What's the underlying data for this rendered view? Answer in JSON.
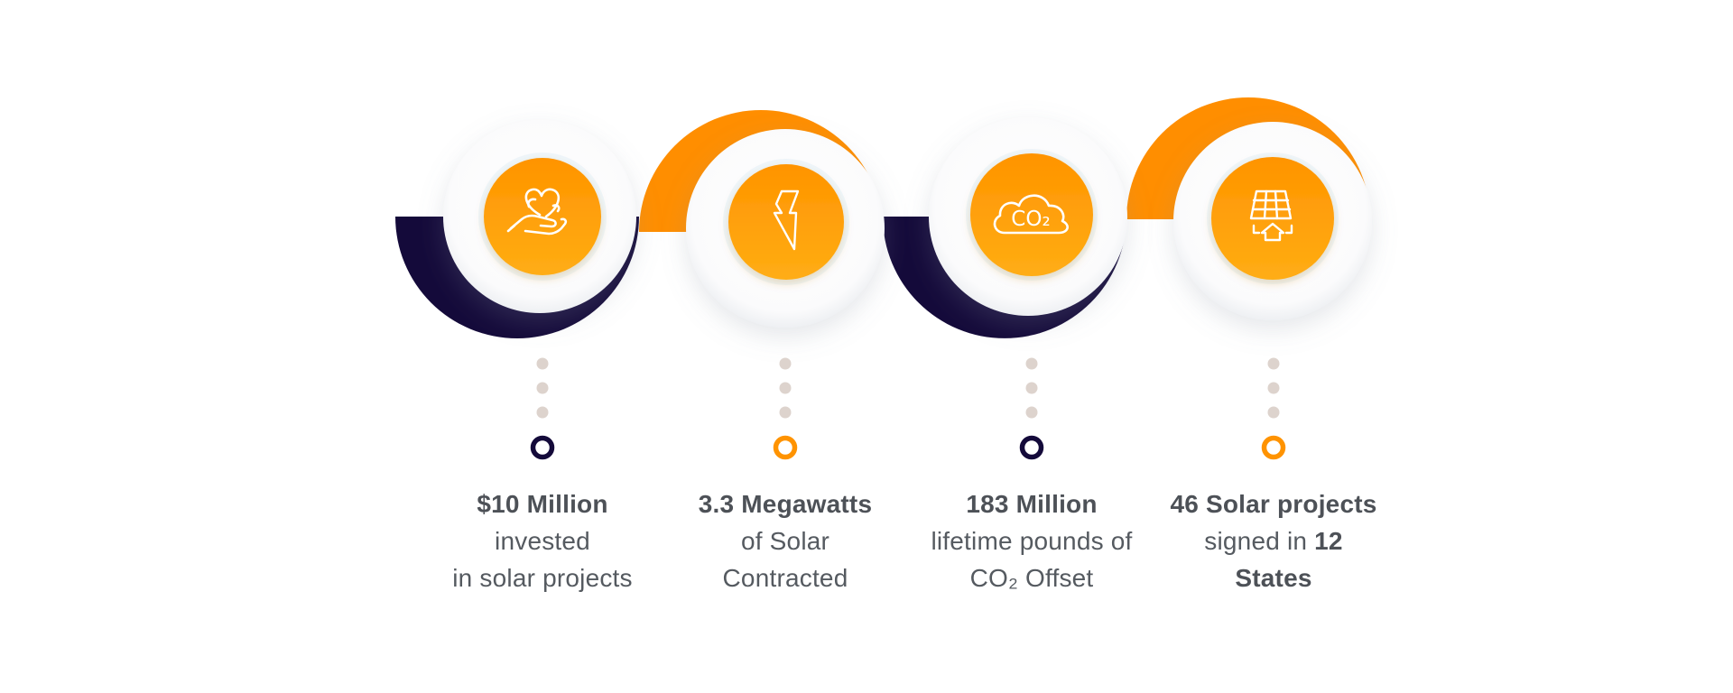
{
  "colors": {
    "navy": "#140a3a",
    "orange": "#ff9300",
    "orange_light": "#ffa912",
    "dot": "#ddd3cd",
    "text": "#555a60"
  },
  "stats": [
    {
      "icon": "heart-hand-icon",
      "line1": "$10 Million",
      "line2": "invested",
      "line3": "in solar projects"
    },
    {
      "icon": "lightning-bolt-icon",
      "line1": "3.3 Megawatts",
      "line2": "of Solar",
      "line3": "Contracted"
    },
    {
      "icon": "co2-cloud-icon",
      "line1": "183 Million",
      "line2": "lifetime pounds of",
      "line3": "CO₂ Offset"
    },
    {
      "icon": "solar-panel-house-icon",
      "line1_hl": "46 Solar projects",
      "line2_pre": "signed in ",
      "line2_hl": "12",
      "line3_hl": "States"
    }
  ],
  "co2_icon_text": "CO₂"
}
